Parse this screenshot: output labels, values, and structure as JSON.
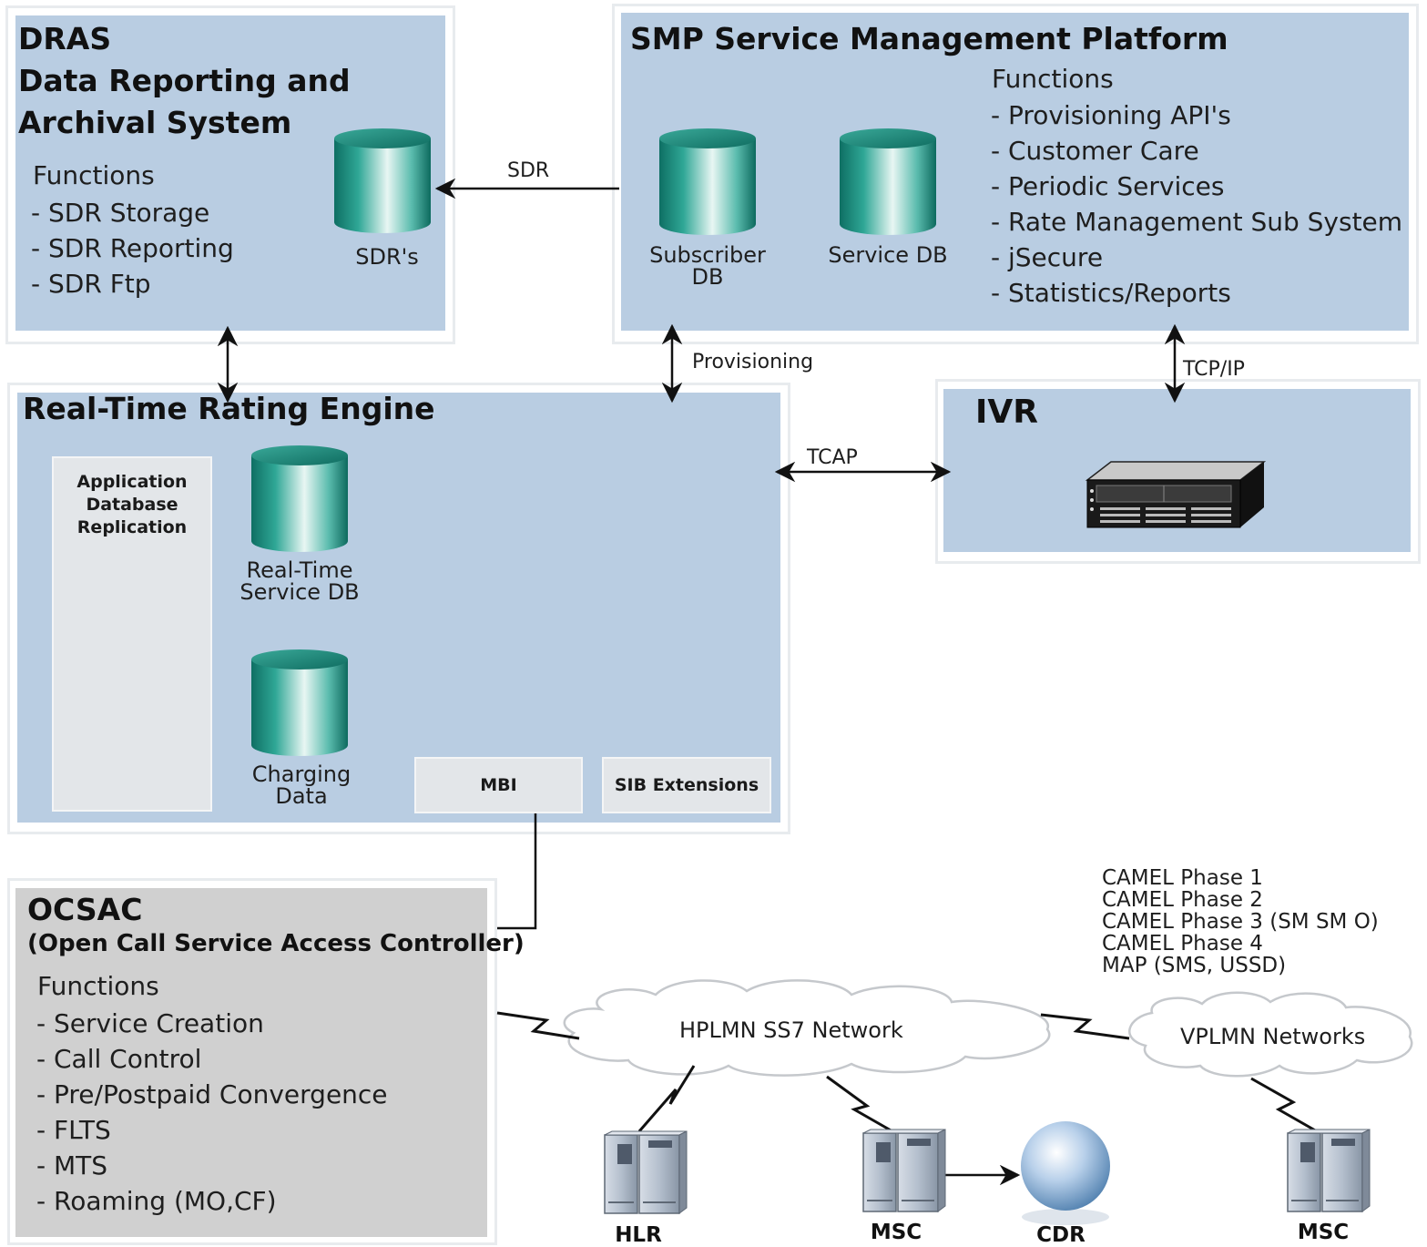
{
  "dras": {
    "title": "DRAS\nData Reporting and\nArchival System",
    "functions_heading": "Functions",
    "functions": [
      "- SDR Storage",
      "- SDR Reporting",
      "- SDR Ftp"
    ],
    "db_label": "SDR's"
  },
  "smp": {
    "title": "SMP Service Management Platform",
    "functions_heading": "Functions",
    "functions": [
      "- Provisioning API's",
      "- Customer Care",
      "- Periodic Services",
      "- Rate Management Sub System",
      "- jSecure",
      "- Statistics/Reports"
    ],
    "db1_label": "Subscriber DB",
    "db2_label": "Service DB"
  },
  "rtre": {
    "title": "Real-Time Rating Engine",
    "replication_label": "Application\nDatabase\nReplication",
    "db1_label": "Real-Time\nService DB",
    "db2_label": "Charging\nData",
    "mbi_label": "MBI",
    "sib_label": "SIB Extensions"
  },
  "ivr": {
    "title": "IVR"
  },
  "ocsac": {
    "title": "OCSAC",
    "subtitle": "(Open Call Service Access Controller)",
    "functions_heading": "Functions",
    "functions": [
      "- Service Creation",
      "- Call Control",
      "- Pre/Postpaid Convergence",
      "- FLTS",
      "- MTS",
      "- Roaming (MO,CF)"
    ]
  },
  "connections": {
    "sdr": "SDR",
    "provisioning": "Provisioning",
    "tcpip": "TCP/IP",
    "tcap": "TCAP"
  },
  "camel": [
    "CAMEL Phase 1",
    "CAMEL Phase 2",
    "CAMEL Phase 3 (SM SM O)",
    "CAMEL Phase 4",
    "MAP (SMS, USSD)"
  ],
  "networks": {
    "hplmn": "HPLMN SS7 Network",
    "vplmn": "VPLMN Networks"
  },
  "devices": {
    "hlr": "HLR",
    "msc1": "MSC",
    "cdr": "CDR",
    "msc2": "MSC"
  },
  "colors": {
    "panel_fill": "#b9cde2",
    "ocsac_fill": "#d0d0d0",
    "db_teal": "#1f9a8a"
  }
}
